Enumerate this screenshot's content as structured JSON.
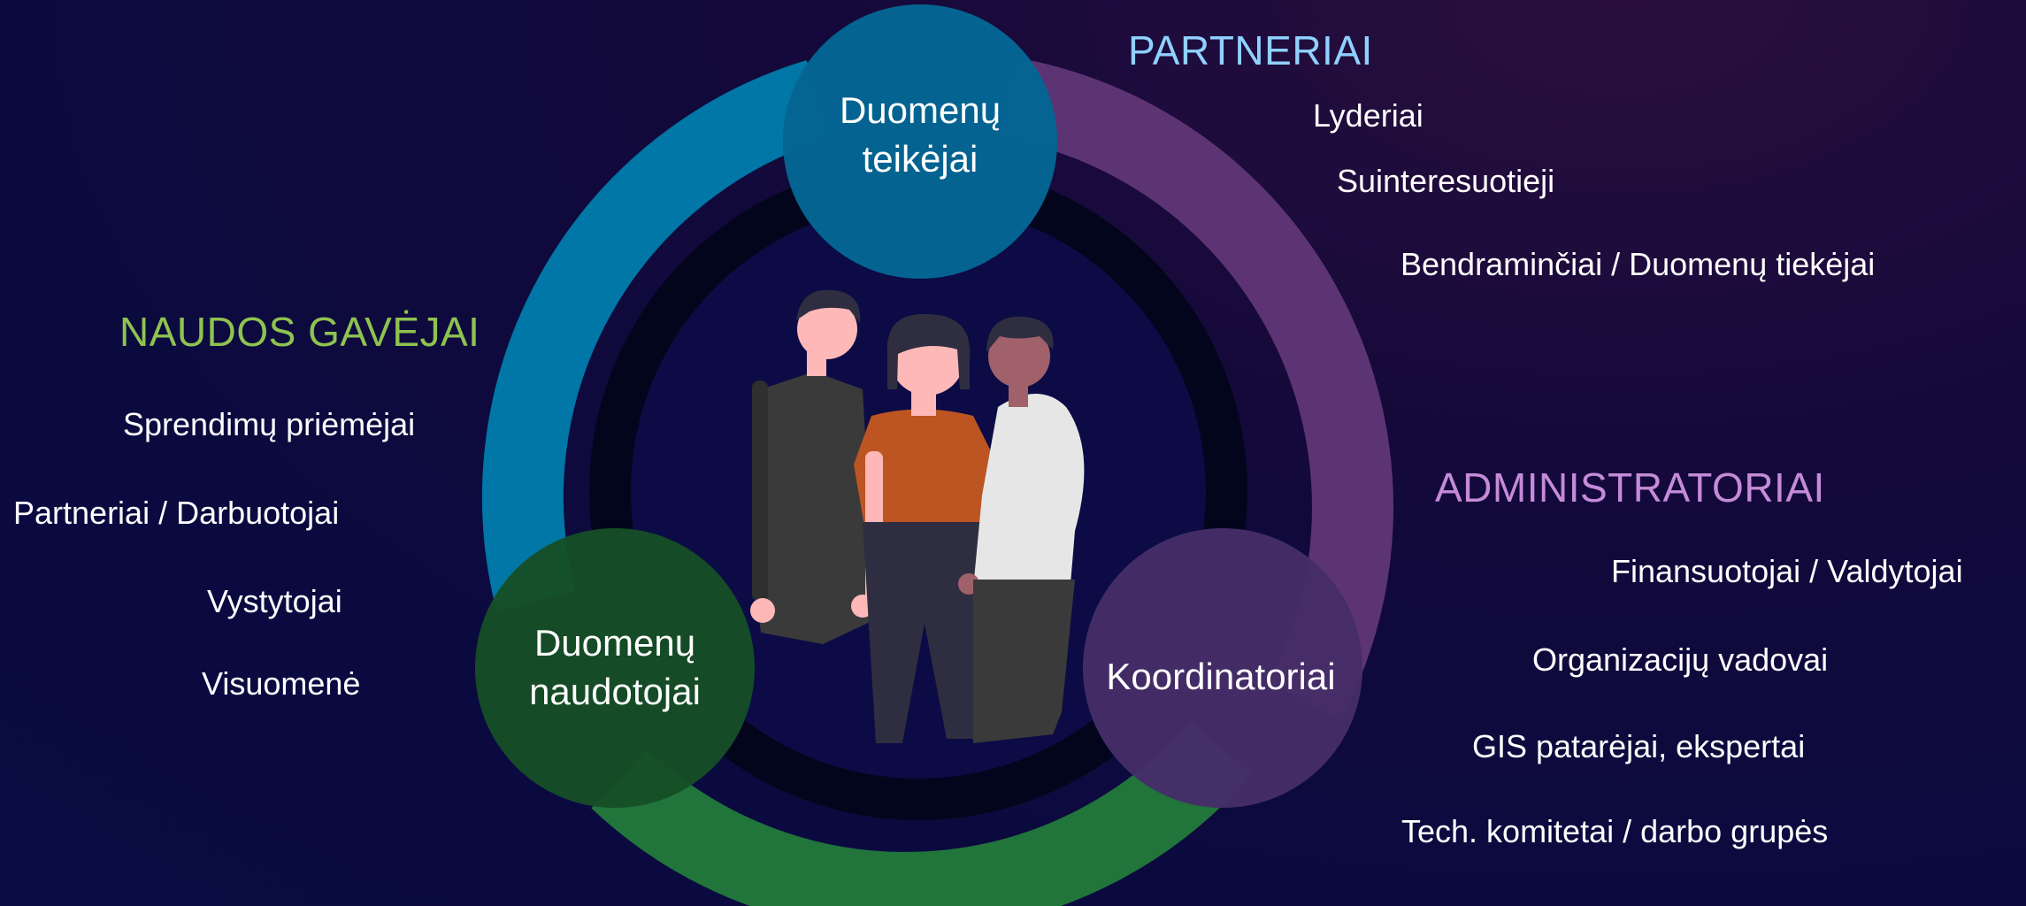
{
  "colors": {
    "teal": "#0077a6",
    "purple": "#5d3473",
    "green": "#21743a",
    "partneriai_heading": "#8fd1ff",
    "naudos_heading": "#8fc350",
    "admin_heading": "#c58bd8"
  },
  "cycle": {
    "top_label_line1": "Duomenų",
    "top_label_line2": "teikėjai",
    "left_label_line1": "Duomenų",
    "left_label_line2": "naudotojai",
    "right_label": "Koordinatoriai"
  },
  "partneriai": {
    "heading": "PARTNERIAI",
    "items": [
      "Lyderiai",
      "Suinteresuotieji",
      "Bendraminčiai / Duomenų tiekėjai"
    ]
  },
  "naudos_gavejai": {
    "heading": "NAUDOS GAVĖJAI",
    "items": [
      "Sprendimų priėmėjai",
      "Partneriai / Darbuotojai",
      "Vystytojai",
      "Visuomenė"
    ]
  },
  "administratoriai": {
    "heading": "ADMINISTRATORIAI",
    "items": [
      "Finansuotojai / Valdytojai",
      "Organizacijų vadovai",
      "GIS patarėjai, ekspertai",
      "Tech. komitetai / darbo grupės"
    ]
  },
  "illustration": {
    "icon": "people-group-illustration"
  }
}
